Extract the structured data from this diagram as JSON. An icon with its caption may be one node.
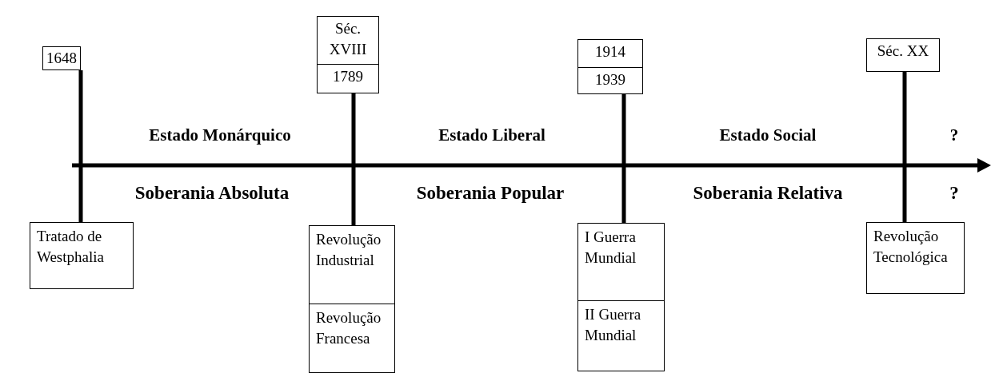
{
  "diagram": {
    "nodes": [
      {
        "text": [
          "1648"
        ]
      },
      {
        "text": [
          "Séc. XVIII"
        ]
      },
      {
        "text": [
          "1789"
        ]
      },
      {
        "text": [
          "1914"
        ]
      },
      {
        "text": [
          "1939"
        ]
      },
      {
        "text": [
          "Séc. XX"
        ]
      },
      {
        "text": [
          "Tratado de Westphalia"
        ]
      },
      {
        "text": [
          "Revolução Industrial"
        ]
      },
      {
        "text": [
          "Revolução Francesa"
        ]
      },
      {
        "text": [
          "I Guerra Mundial"
        ]
      },
      {
        "text": [
          "II Guerra Mundial"
        ]
      },
      {
        "text": [
          "Revolução Tecnológica"
        ]
      }
    ],
    "edges": [
      {
        "from": 0,
        "to": 6,
        "arrow": "none"
      },
      {
        "from": 2,
        "to": 7,
        "arrow": "none"
      },
      {
        "from": 4,
        "to": 9,
        "arrow": "none"
      },
      {
        "from": 5,
        "to": 11,
        "arrow": "none"
      }
    ],
    "labels": [
      "Estado Monárquico",
      "Estado Liberal",
      "Estado Social",
      "?",
      "Soberania Absoluta",
      "Soberania Popular",
      "Soberania Relativa",
      "?"
    ]
  }
}
